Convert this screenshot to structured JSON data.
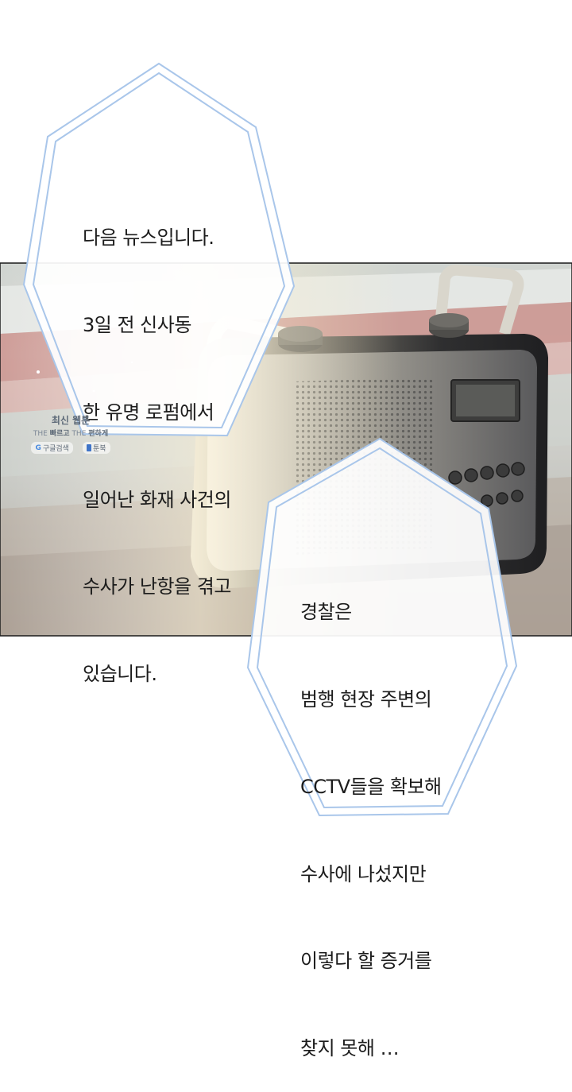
{
  "bubble_1": {
    "lines": [
      "다음 뉴스입니다.",
      "3일 전 신사동",
      "한 유명 로펌에서",
      "일어난 화재 사건의",
      "수사가 난항을 겪고",
      "있습니다."
    ]
  },
  "bubble_2": {
    "lines": [
      "경찰은",
      "범행 현장 주변의",
      "CCTV들을 확보해",
      "수사에 나섰지만",
      "이렇다 할 증거를",
      "찾지 못해 …"
    ]
  },
  "watermark": {
    "title": "최신 웹툰",
    "sub_1": "THE",
    "sub_2": "빠르고",
    "sub_3": "THE",
    "sub_4": "편하게",
    "google_glyph": "G",
    "google_label": "구글검색",
    "toon_label": "툰북"
  },
  "colors": {
    "bubble_stroke": "#a9c6ea",
    "radio_body": "#2c2c2e",
    "wall_top": "#d4d8d4",
    "stripe_red": "#c98a84"
  },
  "icons": [
    "google-icon",
    "toonbook-icon"
  ]
}
